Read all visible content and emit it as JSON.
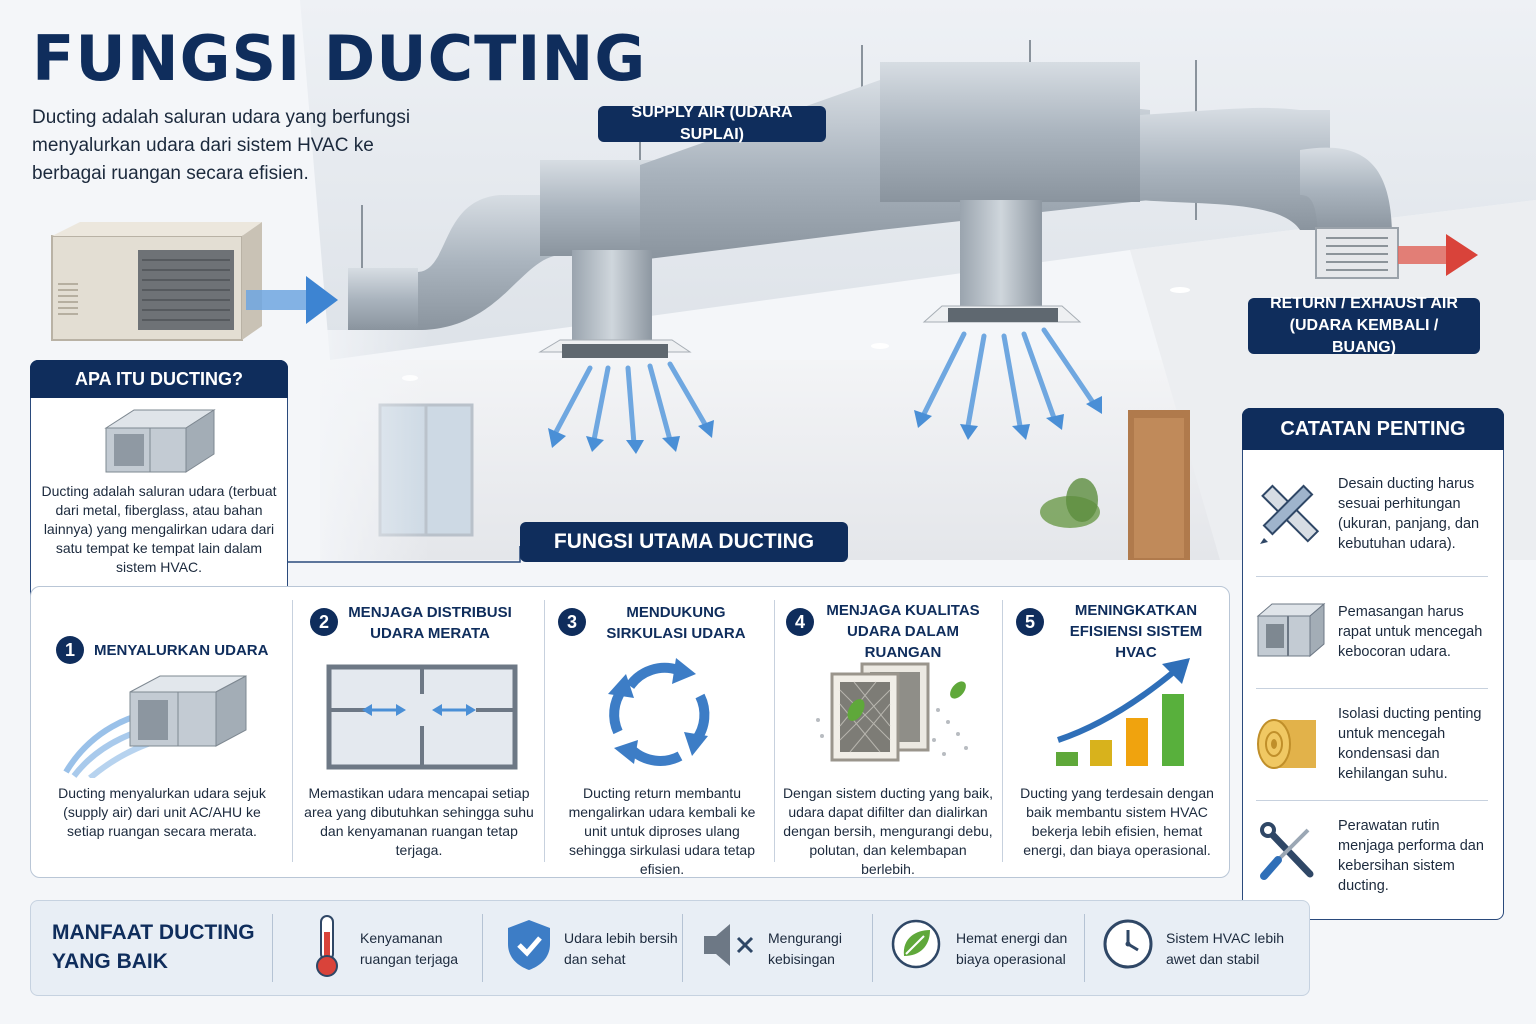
{
  "title": "FUNGSI DUCTING",
  "intro": "Ducting adalah saluran udara yang berfungsi menyalurkan udara dari sistem HVAC ke berbagai ruangan secara efisien.",
  "labels": {
    "supply": "SUPPLY AIR (UDARA SUPLAI)",
    "return_line1": "RETURN / EXHAUST AIR",
    "return_line2": "(UDARA KEMBALI / BUANG)"
  },
  "apa": {
    "heading": "APA ITU DUCTING?",
    "text": "Ducting adalah saluran udara (terbuat dari metal, fiberglass, atau bahan lainnya) yang mengalirkan udara dari satu tempat ke tempat lain dalam sistem HVAC."
  },
  "fungsi": {
    "heading": "FUNGSI UTAMA DUCTING",
    "items": [
      {
        "num": "1",
        "title": "MENYALURKAN UDARA",
        "text": "Ducting menyalurkan udara sejuk (supply air) dari unit AC/AHU ke setiap ruangan secara merata."
      },
      {
        "num": "2",
        "title": "MENJAGA DISTRIBUSI UDARA MERATA",
        "text": "Memastikan udara mencapai setiap area yang dibutuhkan sehingga suhu dan kenyamanan ruangan tetap terjaga."
      },
      {
        "num": "3",
        "title": "MENDUKUNG SIRKULASI UDARA",
        "text": "Ducting return membantu mengalirkan udara kembali ke unit untuk diproses ulang sehingga sirkulasi udara tetap efisien."
      },
      {
        "num": "4",
        "title": "MENJAGA KUALITAS UDARA DALAM RUANGAN",
        "text": "Dengan sistem ducting yang baik, udara dapat difilter dan dialirkan dengan bersih, mengurangi debu, polutan, dan kelembapan berlebih."
      },
      {
        "num": "5",
        "title": "MENINGKATKAN EFISIENSI SISTEM HVAC",
        "text": "Ducting yang terdesain dengan baik membantu sistem HVAC bekerja lebih efisien, hemat energi, dan biaya operasional."
      }
    ]
  },
  "catatan": {
    "heading": "CATATAN PENTING",
    "items": [
      {
        "icon": "ruler-pencil-icon",
        "text": "Desain ducting harus sesuai perhitungan (ukuran, panjang, dan kebutuhan udara)."
      },
      {
        "icon": "duct-joint-icon",
        "text": "Pemasangan harus rapat untuk mencegah kebocoran udara."
      },
      {
        "icon": "insulation-roll-icon",
        "text": "Isolasi ducting penting untuk mencegah kondensasi dan kehilangan suhu."
      },
      {
        "icon": "wrench-screwdriver-icon",
        "text": "Perawatan rutin menjaga performa dan kebersihan sistem ducting."
      }
    ]
  },
  "manfaat": {
    "heading_line1": "MANFAAT DUCTING",
    "heading_line2": "YANG BAIK",
    "items": [
      {
        "icon": "thermometer-icon",
        "line1": "Kenyamanan",
        "line2": "ruangan terjaga"
      },
      {
        "icon": "shield-check-icon",
        "line1": "Udara lebih bersih",
        "line2": "dan sehat"
      },
      {
        "icon": "speaker-mute-icon",
        "line1": "Mengurangi",
        "line2": "kebisingan"
      },
      {
        "icon": "leaf-icon",
        "line1": "Hemat energi dan",
        "line2": "biaya operasional"
      },
      {
        "icon": "clock-icon",
        "line1": "Sistem HVAC lebih",
        "line2": "awet dan stabil"
      }
    ]
  },
  "colors": {
    "navy": "#0f2d5c",
    "air_blue": "#4a8fd6",
    "exhaust_red": "#d9433a",
    "duct_gray": "#a9b3bd"
  }
}
